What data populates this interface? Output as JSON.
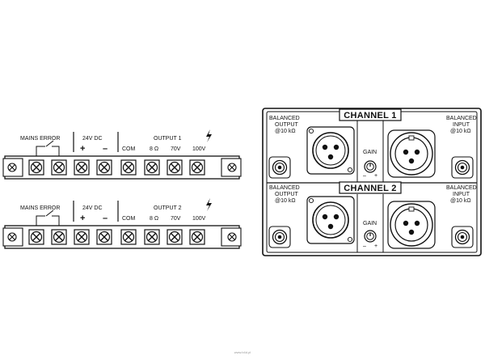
{
  "terminal_blocks": [
    {
      "mains_error_label": "MAINS ERROR",
      "dc_label": "24V DC",
      "dc_plus": "+",
      "dc_minus": "–",
      "com_label": "COM",
      "output_label": "OUTPUT 1",
      "tap_8": "8 Ω",
      "tap_70": "70V",
      "tap_100": "100V"
    },
    {
      "mains_error_label": "MAINS ERROR",
      "dc_label": "24V DC",
      "dc_plus": "+",
      "dc_minus": "–",
      "com_label": "COM",
      "output_label": "OUTPUT 2",
      "tap_8": "8 Ω",
      "tap_70": "70V",
      "tap_100": "100V"
    }
  ],
  "channels": [
    {
      "title": "CHANNEL 1",
      "out_line1": "BALANCED",
      "out_line2": "OUTPUT",
      "out_imp": "@10 kΩ",
      "in_line1": "BALANCED",
      "in_line2": "INPUT",
      "in_imp": "@10 kΩ",
      "gain_label": "GAIN",
      "gain_minus": "–",
      "gain_plus": "+"
    },
    {
      "title": "CHANNEL 2",
      "out_line1": "BALANCED",
      "out_line2": "OUTPUT",
      "out_imp": "@10 kΩ",
      "in_line1": "BALANCED",
      "in_line2": "INPUT",
      "in_imp": "@10 kΩ",
      "gain_label": "GAIN",
      "gain_minus": "–",
      "gain_plus": "+"
    }
  ],
  "watermark": "www.b4d.pl"
}
